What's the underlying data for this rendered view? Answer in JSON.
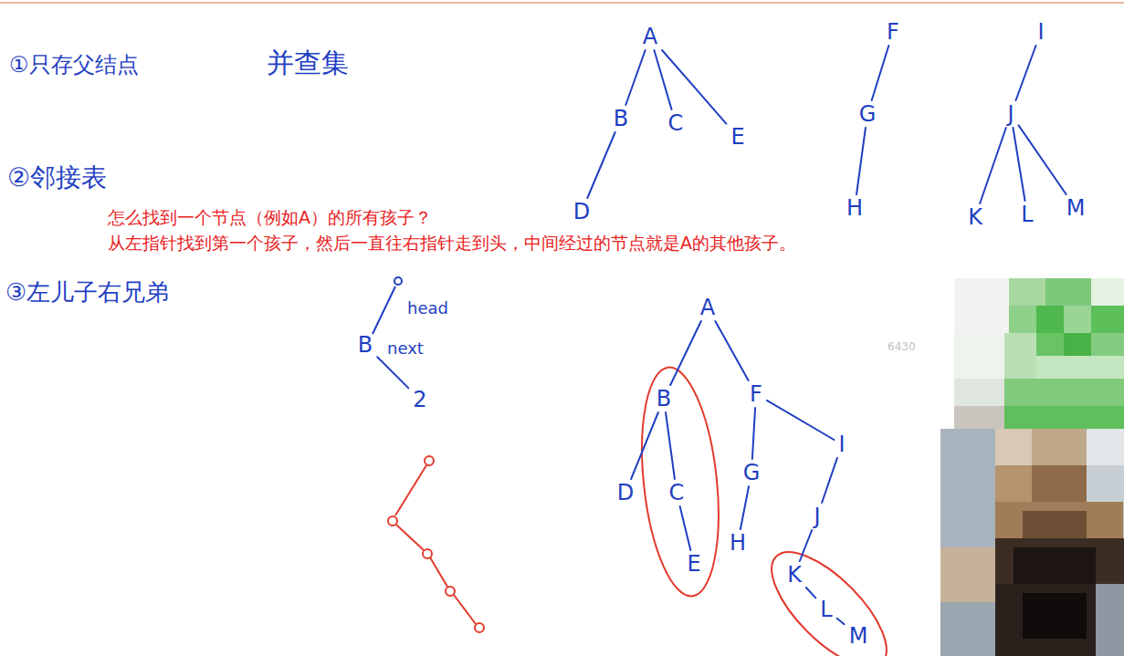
{
  "diagram": {
    "nodes": [
      {
        "text": [
          "A"
        ]
      },
      {
        "text": [
          "B"
        ]
      },
      {
        "text": [
          "C"
        ]
      },
      {
        "text": [
          "E"
        ]
      },
      {
        "text": [
          "D"
        ]
      },
      {
        "text": [
          "F"
        ]
      },
      {
        "text": [
          "G"
        ]
      },
      {
        "text": [
          "H"
        ]
      },
      {
        "text": [
          "I"
        ]
      },
      {
        "text": [
          "J"
        ]
      },
      {
        "text": [
          "K"
        ]
      },
      {
        "text": [
          "L"
        ]
      },
      {
        "text": [
          "M"
        ]
      },
      {
        "text": [
          "B"
        ]
      },
      {
        "text": [
          "2"
        ]
      },
      {
        "text": [
          "A"
        ]
      },
      {
        "text": [
          "B"
        ]
      },
      {
        "text": [
          "F"
        ]
      },
      {
        "text": [
          "D"
        ]
      },
      {
        "text": [
          "C"
        ]
      },
      {
        "text": [
          "G"
        ]
      },
      {
        "text": [
          "I"
        ]
      },
      {
        "text": [
          "E"
        ]
      },
      {
        "text": [
          "H"
        ]
      },
      {
        "text": [
          "J"
        ]
      },
      {
        "text": [
          "K"
        ]
      },
      {
        "text": [
          "L"
        ]
      },
      {
        "text": [
          "M"
        ]
      }
    ],
    "edges": [
      {
        "from": 0,
        "to": 1,
        "arrow": "none"
      },
      {
        "from": 0,
        "to": 2,
        "arrow": "none"
      },
      {
        "from": 0,
        "to": 3,
        "arrow": "none"
      },
      {
        "from": 1,
        "to": 4,
        "arrow": "none"
      },
      {
        "from": 5,
        "to": 6,
        "arrow": "none"
      },
      {
        "from": 6,
        "to": 7,
        "arrow": "none"
      },
      {
        "from": 8,
        "to": 9,
        "arrow": "none"
      },
      {
        "from": 9,
        "to": 10,
        "arrow": "none"
      },
      {
        "from": 9,
        "to": 11,
        "arrow": "none"
      },
      {
        "from": 9,
        "to": 12,
        "arrow": "none"
      },
      {
        "from": 13,
        "to": 14,
        "arrow": "none"
      },
      {
        "from": 15,
        "to": 16,
        "arrow": "none"
      },
      {
        "from": 15,
        "to": 17,
        "arrow": "none"
      },
      {
        "from": 16,
        "to": 18,
        "arrow": "none"
      },
      {
        "from": 16,
        "to": 19,
        "arrow": "none"
      },
      {
        "from": 19,
        "to": 22,
        "arrow": "none"
      },
      {
        "from": 17,
        "to": 20,
        "arrow": "none"
      },
      {
        "from": 17,
        "to": 21,
        "arrow": "none"
      },
      {
        "from": 20,
        "to": 23,
        "arrow": "none"
      },
      {
        "from": 21,
        "to": 24,
        "arrow": "none"
      },
      {
        "from": 24,
        "to": 25,
        "arrow": "none"
      },
      {
        "from": 25,
        "to": 26,
        "arrow": "none"
      },
      {
        "from": 26,
        "to": 27,
        "arrow": "none"
      }
    ],
    "labels": [
      "①只存父结点",
      "并查集",
      "②邻接表",
      "怎么找到一个节点（例如A）的所有孩子？",
      "从左指针找到第一个孩子，然后一直往右指针走到头，中间经过的节点就是A的其他孩子。",
      "③左儿子右兄弟",
      "head",
      "next",
      "6430"
    ]
  }
}
